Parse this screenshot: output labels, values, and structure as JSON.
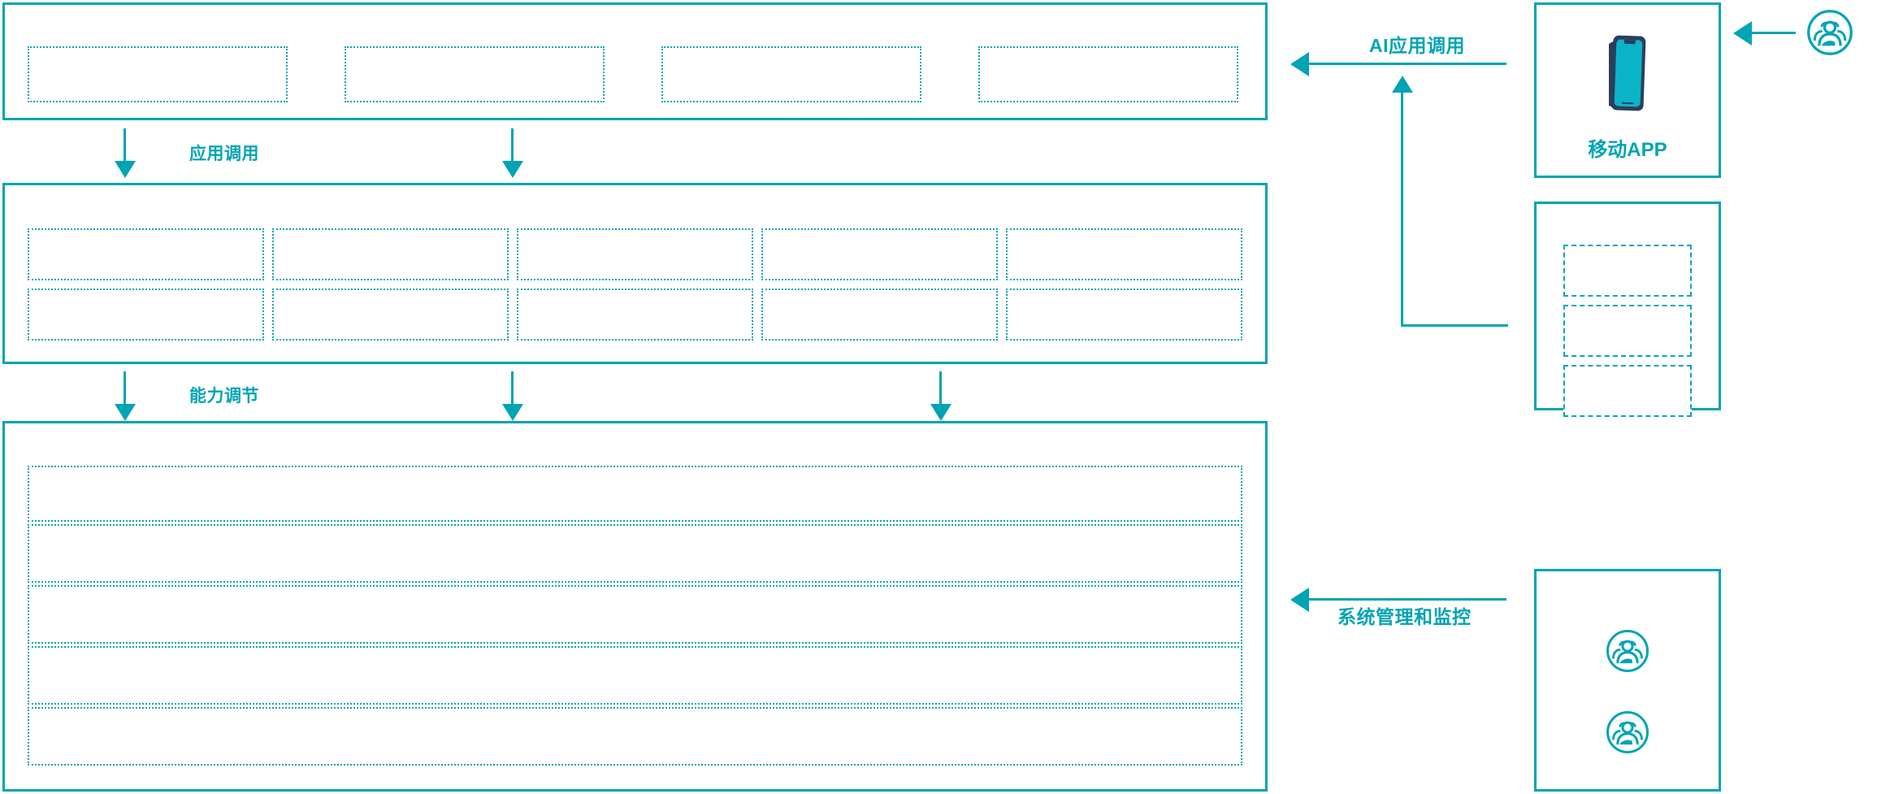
{
  "diagram": {
    "accent_color": "#00a4b4",
    "dotted_color": "#0aa6b6",
    "phone_frame_color": "#2b3f5c",
    "phone_screen_color": "#0ab4c8",
    "background": "#ffffff"
  },
  "layers": {
    "application_layer": {
      "name": "application-layer-panel",
      "slots": [
        {
          "label": ""
        },
        {
          "label": ""
        },
        {
          "label": ""
        },
        {
          "label": ""
        }
      ]
    },
    "capability_layer": {
      "name": "capability-layer-panel",
      "rows": [
        [
          {
            "label": ""
          },
          {
            "label": ""
          },
          {
            "label": ""
          },
          {
            "label": ""
          },
          {
            "label": ""
          }
        ],
        [
          {
            "label": ""
          },
          {
            "label": ""
          },
          {
            "label": ""
          },
          {
            "label": ""
          },
          {
            "label": ""
          }
        ]
      ]
    },
    "infrastructure_layer": {
      "name": "infrastructure-layer-panel",
      "rows": [
        {
          "label": ""
        },
        {
          "label": ""
        },
        {
          "label": ""
        },
        {
          "label": ""
        },
        {
          "label": ""
        }
      ]
    }
  },
  "connectors": {
    "application_call": {
      "label": "应用调用",
      "direction": "down"
    },
    "capability_adjust": {
      "label": "能力调节",
      "direction": "down"
    },
    "ai_application_call": {
      "label": "AI应用调用",
      "direction": "left"
    },
    "system_management_monitoring": {
      "label": "系统管理和监控",
      "direction": "left"
    }
  },
  "right_panels": {
    "mobile_app": {
      "caption": "移动APP",
      "icon": "smartphone-icon"
    },
    "channel_panel": {
      "caption": "",
      "slots": [
        {
          "label": ""
        },
        {
          "label": ""
        },
        {
          "label": ""
        }
      ]
    },
    "management_panel": {
      "caption": "",
      "icons": [
        "user-group-icon",
        "user-group-icon"
      ]
    },
    "external_user": {
      "icon": "user-group-icon"
    }
  }
}
